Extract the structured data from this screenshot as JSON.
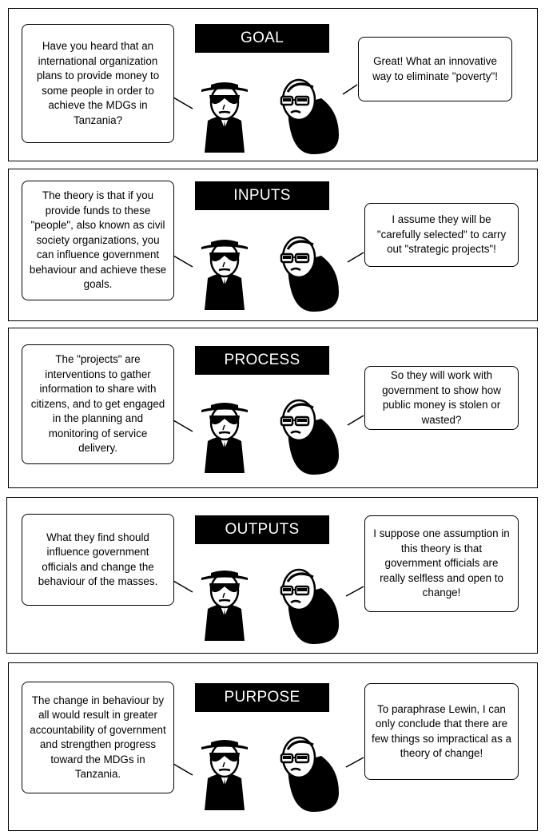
{
  "panels": [
    {
      "title": "GOAL",
      "left_text": "Have you heard that an international organization plans to provide money to some people in order to achieve the MDGs in Tanzania?",
      "right_text": "Great! What an innovative way to eliminate \"poverty\"!"
    },
    {
      "title": "INPUTS",
      "left_text": "The theory is that if you provide funds to these \"people\", also known as civil society organizations, you can influence government behaviour and achieve these goals.",
      "right_text": "I assume they will be \"carefully selected\" to carry out \"strategic projects\"!"
    },
    {
      "title": "PROCESS",
      "left_text": "The \"projects\" are interventions to gather information to share with citizens, and to get engaged in the planning and monitoring of service delivery.",
      "right_text": "So they will work with government to show how public money is stolen or wasted?"
    },
    {
      "title": "OUTPUTS",
      "left_text": "What they find should influence government officials and change the behaviour of the masses.",
      "right_text": "I suppose one assumption in this theory is that government officials are really selfless and open to change!"
    },
    {
      "title": "PURPOSE",
      "left_text": "The change in behaviour by all would result in greater accountability of government and strengthen progress toward the MDGs in Tanzania.",
      "right_text": "To paraphrase Lewin, I can only conclude that there are few things so impractical as a theory of change!"
    }
  ]
}
